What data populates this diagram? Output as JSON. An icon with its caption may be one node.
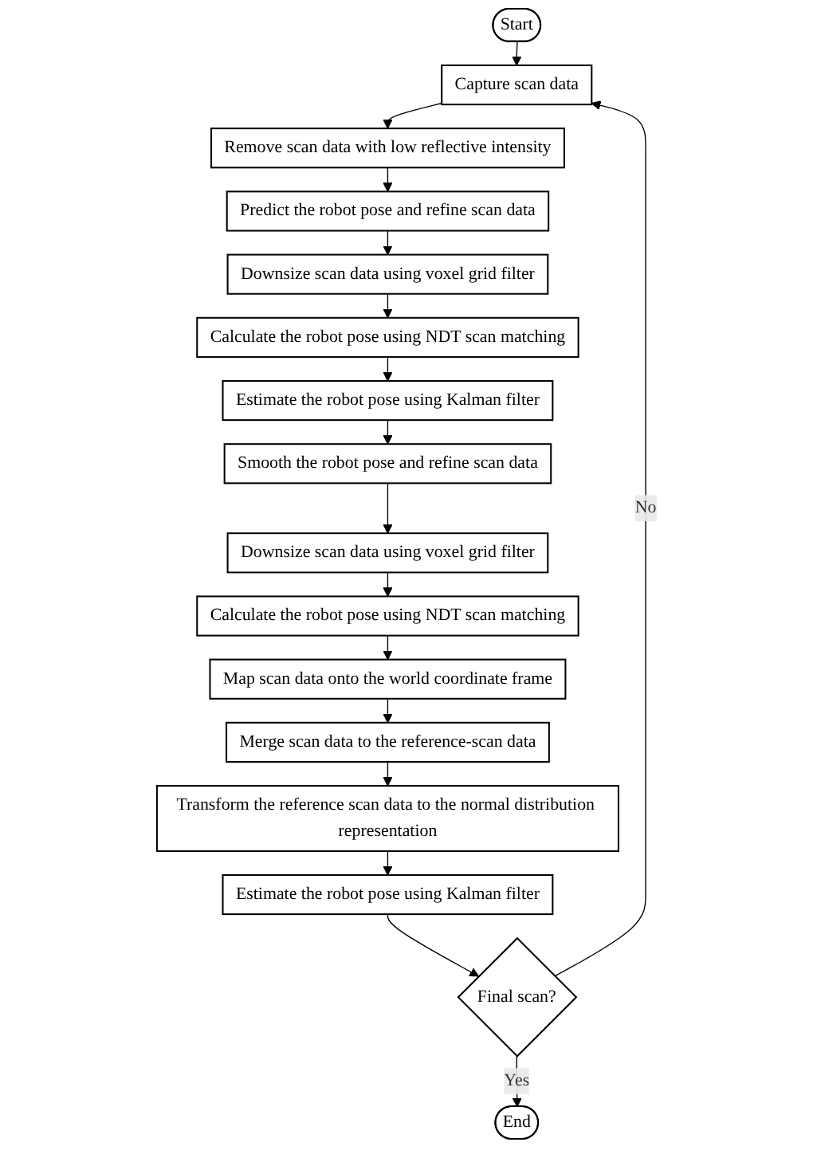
{
  "diagram": {
    "nodes": [
      {
        "text": [
          "Start"
        ]
      },
      {
        "text": [
          "Capture scan data"
        ]
      },
      {
        "text": [
          "Remove scan data with low reflective intensity"
        ]
      },
      {
        "text": [
          "Predict the robot pose and refine scan data"
        ]
      },
      {
        "text": [
          "Downsize scan data using voxel grid filter"
        ]
      },
      {
        "text": [
          "Calculate the robot pose using NDT scan matching"
        ]
      },
      {
        "text": [
          "Estimate the robot pose using Kalman filter"
        ]
      },
      {
        "text": [
          "Smooth the robot pose and refine scan data"
        ]
      },
      {
        "text": [
          "Downsize scan data using voxel grid filter"
        ]
      },
      {
        "text": [
          "Calculate the robot pose using NDT scan matching"
        ]
      },
      {
        "text": [
          "Map scan data onto the world coordinate frame"
        ]
      },
      {
        "text": [
          "Merge scan data to the reference-scan data"
        ]
      },
      {
        "text": [
          "Transform the reference scan data to the normal distribution representation"
        ]
      },
      {
        "text": [
          "Estimate the robot pose using Kalman filter"
        ]
      },
      {
        "text": [
          "Final scan?"
        ]
      },
      {
        "text": [
          "End"
        ]
      }
    ],
    "edges": [
      {
        "from": 0,
        "to": 1,
        "arrow": "to"
      },
      {
        "from": 1,
        "to": 2,
        "arrow": "to"
      },
      {
        "from": 2,
        "to": 3,
        "arrow": "to"
      },
      {
        "from": 3,
        "to": 4,
        "arrow": "to"
      },
      {
        "from": 4,
        "to": 5,
        "arrow": "to"
      },
      {
        "from": 5,
        "to": 6,
        "arrow": "to"
      },
      {
        "from": 6,
        "to": 7,
        "arrow": "to"
      },
      {
        "from": 7,
        "to": 8,
        "arrow": "to"
      },
      {
        "from": 8,
        "to": 9,
        "arrow": "to"
      },
      {
        "from": 9,
        "to": 10,
        "arrow": "to"
      },
      {
        "from": 10,
        "to": 11,
        "arrow": "to"
      },
      {
        "from": 11,
        "to": 12,
        "arrow": "to"
      },
      {
        "from": 12,
        "to": 13,
        "arrow": "to"
      },
      {
        "from": 13,
        "to": 14,
        "arrow": "to"
      },
      {
        "from": 14,
        "to": 15,
        "label": "Yes",
        "arrow": "to"
      },
      {
        "from": 14,
        "to": 1,
        "label": "No",
        "arrow": "to"
      }
    ]
  }
}
